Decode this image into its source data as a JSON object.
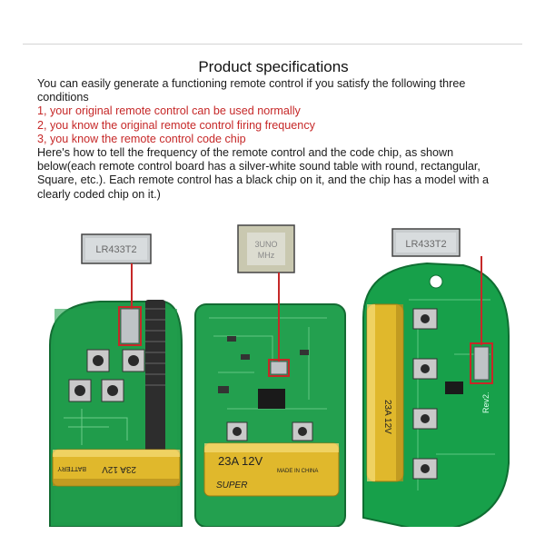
{
  "title": "Product specifications",
  "intro": "You can easily generate a functioning remote control if you satisfy the following three conditions",
  "conditions": [
    "1, your original remote control can be used normally",
    "2, you know the original remote control firing frequency",
    "3, you know the remote control code chip"
  ],
  "explanation": "Here's how to tell the frequency of the remote control and the code chip, as shown below(each remote control board has a silver-white sound table with round, rectangular, Square, etc.). Each remote control has a black chip on it, and the chip has a model with a clearly coded chip on it.)",
  "photos": {
    "left": {
      "chip_label": "LR433T2",
      "battery_label": "23A 12V",
      "battery_brand": "BATTERY"
    },
    "middle": {
      "chip_label_1": "3UNO",
      "chip_label_2": "MHz",
      "battery_label": "23A  12V",
      "battery_sub": "MADE IN CHINA",
      "battery_brand": "SUPER"
    },
    "right": {
      "chip_label": "LR433T2",
      "board_rev": "Rev2.",
      "battery_label": "23A 12V"
    }
  },
  "colors": {
    "accent_red": "#c62828",
    "pcb_green": "#1f9a4a",
    "battery_gold": "#e0b82c"
  }
}
